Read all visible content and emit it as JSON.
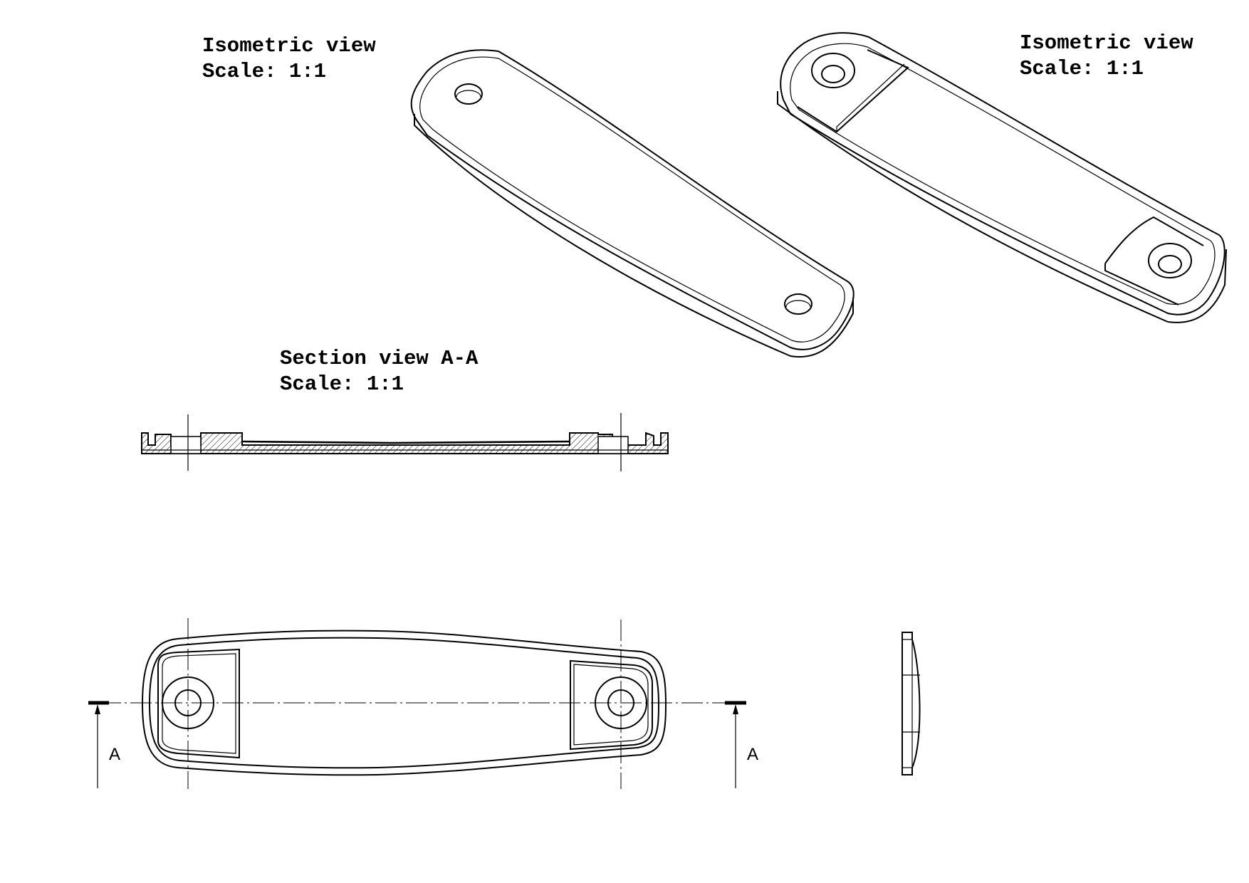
{
  "views": {
    "iso_left": {
      "title": "Isometric view",
      "scale": "Scale:  1:1"
    },
    "iso_right": {
      "title": "Isometric view",
      "scale": "Scale:  1:1"
    },
    "section": {
      "title": "Section view A-A",
      "scale": "Scale:  1:1"
    },
    "plan": {
      "section_label_left": "A",
      "section_label_right": "A"
    }
  },
  "colors": {
    "line": "#000000",
    "background": "#ffffff"
  }
}
